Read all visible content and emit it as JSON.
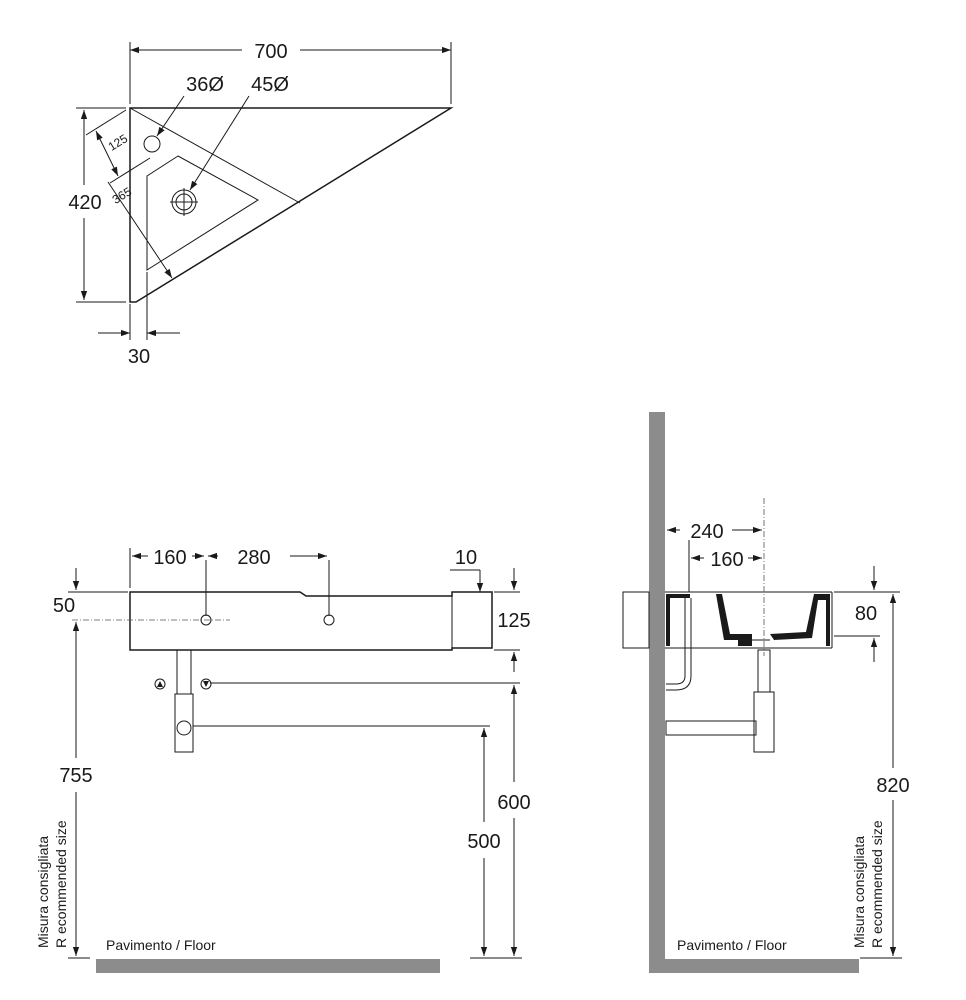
{
  "top_view": {
    "width": "700",
    "hole_small": "36Ø",
    "hole_large": "45Ø",
    "depth": "420",
    "diag_125": "125",
    "diag_365": "365",
    "edge_30": "30"
  },
  "front_view": {
    "dim_160": "160",
    "dim_280": "280",
    "dim_10": "10",
    "dim_50": "50",
    "dim_125": "125",
    "dim_755": "755",
    "dim_600": "600",
    "dim_500": "500",
    "recommended_line1": "Misura consigliata",
    "recommended_line2": "R ecommended size",
    "floor_label": "Pavimento / Floor"
  },
  "side_view": {
    "dim_240": "240",
    "dim_160": "160",
    "dim_80": "80",
    "dim_820": "820",
    "recommended_line1": "Misura consigliata",
    "recommended_line2": "R ecommended size",
    "floor_label": "Pavimento / Floor"
  }
}
